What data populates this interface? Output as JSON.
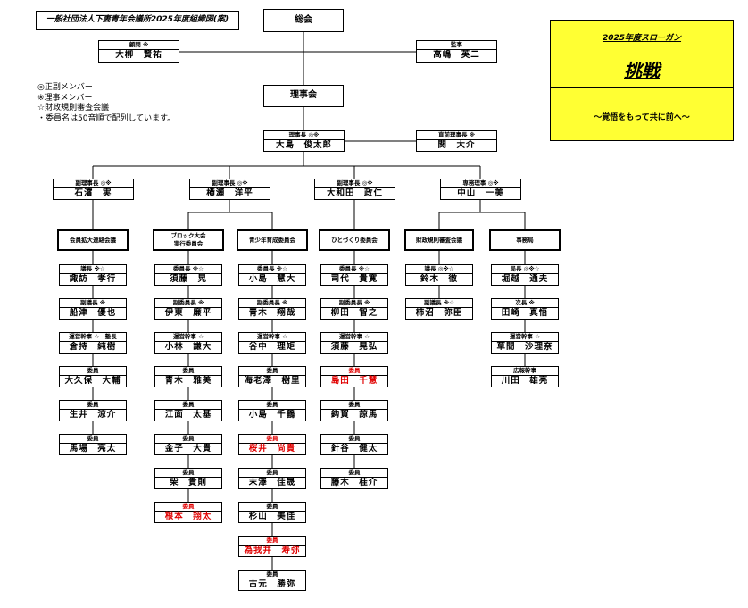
{
  "header": {
    "title": "一般社団法人下妻青年会議所2025年度組織図(案)"
  },
  "top": {
    "general_assembly": "総会",
    "board": "理事会",
    "advisor": {
      "role": "顧問 ※",
      "name": "大柳　賢祐"
    },
    "auditor": {
      "role": "監事",
      "name": "高嶋　英二"
    },
    "president": {
      "role": "理事長 ◎※",
      "name": "大島　俊太郎"
    },
    "past_president": {
      "role": "直前理事長 ※",
      "name": "関　大介"
    }
  },
  "legend": [
    "◎正副メンバー",
    "※理事メンバー",
    "☆財政規則審査会議",
    "・委員名は50音順で配列しています。"
  ],
  "slogan": {
    "title": "2025年度スローガン",
    "main": "挑戦",
    "sub": "〜覚悟をもって共に前へ〜"
  },
  "vice": [
    {
      "role": "副理事長 ◎※",
      "name": "石濱　実"
    },
    {
      "role": "副理事長 ◎※",
      "name": "横瀬　洋平"
    },
    {
      "role": "副理事長 ◎※",
      "name": "大和田　政仁"
    },
    {
      "role": "専務理事 ◎※",
      "name": "中山　一美"
    }
  ],
  "committees": [
    {
      "name": "会員拡大連絡会議",
      "members": [
        {
          "role": "議長 ※☆",
          "name": "諏訪　孝行"
        },
        {
          "role": "副議長 ※",
          "name": "船津　優也"
        },
        {
          "role": "運営幹事 ☆　塾長",
          "name": "倉持　純樹"
        },
        {
          "role": "委員",
          "name": "大久保　大輔"
        },
        {
          "role": "委員",
          "name": "生井　涼介"
        },
        {
          "role": "委員",
          "name": "馬場　亮太"
        }
      ]
    },
    {
      "name": "ブロック大会\n実行委員会",
      "members": [
        {
          "role": "委員長 ※☆",
          "name": "須藤　晃"
        },
        {
          "role": "副委員長 ※",
          "name": "伊東　廉平"
        },
        {
          "role": "運営幹事 ☆",
          "name": "小林　謙大"
        },
        {
          "role": "委員",
          "name": "青木　雅美"
        },
        {
          "role": "委員",
          "name": "江面　太基"
        },
        {
          "role": "委員",
          "name": "金子　大貴"
        },
        {
          "role": "委員",
          "name": "柴　貴則"
        },
        {
          "role": "委員",
          "name": "根本　翔太",
          "red": true
        }
      ]
    },
    {
      "name": "青少年育成委員会",
      "members": [
        {
          "role": "委員長 ※☆",
          "name": "小島　慧大"
        },
        {
          "role": "副委員長 ※",
          "name": "青木　翔哉"
        },
        {
          "role": "運営幹事 ☆",
          "name": "谷中　理矩"
        },
        {
          "role": "委員",
          "name": "海老澤　樹里"
        },
        {
          "role": "委員",
          "name": "小島　千鶴"
        },
        {
          "role": "委員",
          "name": "桜井　尚貴",
          "red": true
        },
        {
          "role": "委員",
          "name": "末澤　佳晟"
        },
        {
          "role": "委員",
          "name": "杉山　美佳"
        },
        {
          "role": "委員",
          "name": "為我井　寿弥",
          "red": true
        },
        {
          "role": "委員",
          "name": "古元　勝弥"
        }
      ]
    },
    {
      "name": "ひとづくり委員会",
      "members": [
        {
          "role": "委員長 ※☆",
          "name": "司代　貴寛"
        },
        {
          "role": "副委員長 ※",
          "name": "柳田　智之"
        },
        {
          "role": "運営幹事 ☆",
          "name": "須藤　晃弘"
        },
        {
          "role": "委員",
          "name": "島田　千慧",
          "red": true
        },
        {
          "role": "委員",
          "name": "鈎賀　諒馬"
        },
        {
          "role": "委員",
          "name": "針谷　健太"
        },
        {
          "role": "委員",
          "name": "藤木　桂介"
        }
      ]
    },
    {
      "name": "財政規則審査会議",
      "members": [
        {
          "role": "議長 ◎※☆",
          "name": "鈴木　徹"
        },
        {
          "role": "副議長 ※☆",
          "name": "柿沼　弥臣"
        }
      ]
    },
    {
      "name": "事務局",
      "members": [
        {
          "role": "局長 ◎※☆",
          "name": "堀越　通夫"
        },
        {
          "role": "次長 ※",
          "name": "田崎　真悟"
        },
        {
          "role": "運営幹事 ☆",
          "name": "草間　沙理奈"
        },
        {
          "role": "広報幹事",
          "name": "川田　雄亮"
        }
      ]
    }
  ]
}
